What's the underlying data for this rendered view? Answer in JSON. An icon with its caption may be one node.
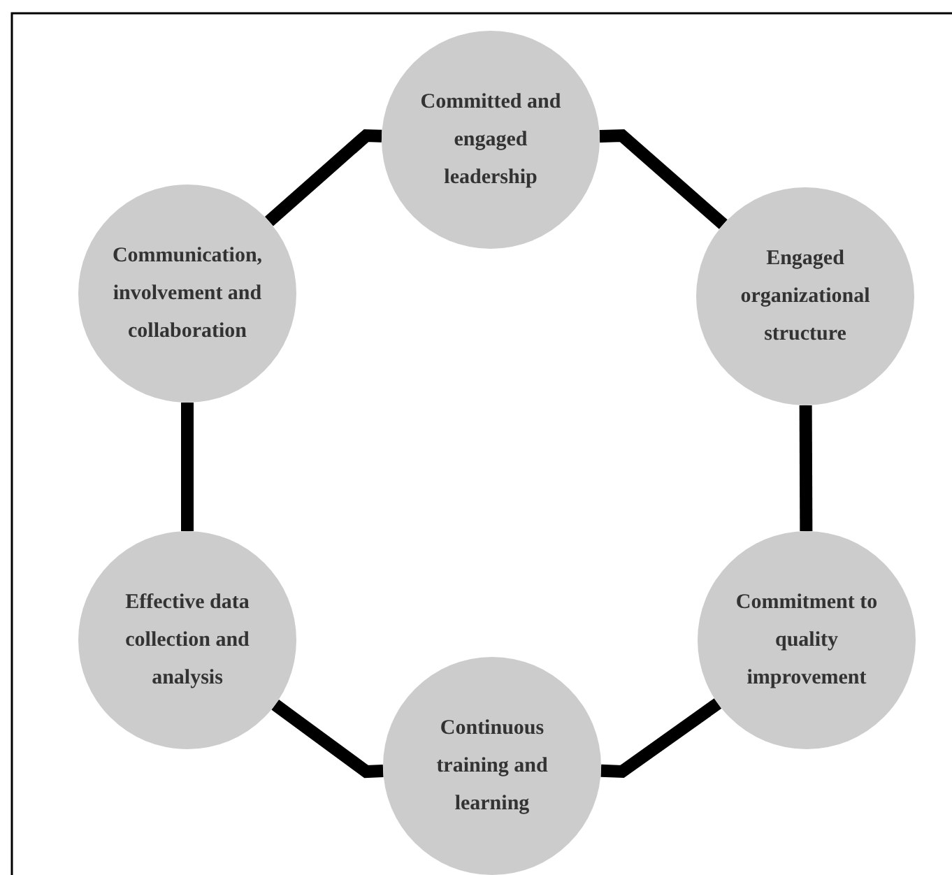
{
  "diagram": {
    "nodes": [
      {
        "text": [
          "Committed and engaged leadership"
        ]
      },
      {
        "text": [
          "Engaged organizational structure"
        ]
      },
      {
        "text": [
          "Commitment to quality improvement"
        ]
      },
      {
        "text": [
          "Continuous training and learning"
        ]
      },
      {
        "text": [
          "Effective data collection and analysis"
        ]
      },
      {
        "text": [
          "Communication, involvement and collaboration"
        ]
      }
    ],
    "edges": [
      {
        "from": 0,
        "to": 1,
        "arrow": "none"
      },
      {
        "from": 1,
        "to": 2,
        "arrow": "none"
      },
      {
        "from": 2,
        "to": 3,
        "arrow": "none"
      },
      {
        "from": 3,
        "to": 4,
        "arrow": "none"
      },
      {
        "from": 4,
        "to": 5,
        "arrow": "none"
      },
      {
        "from": 5,
        "to": 0,
        "arrow": "none"
      }
    ]
  }
}
